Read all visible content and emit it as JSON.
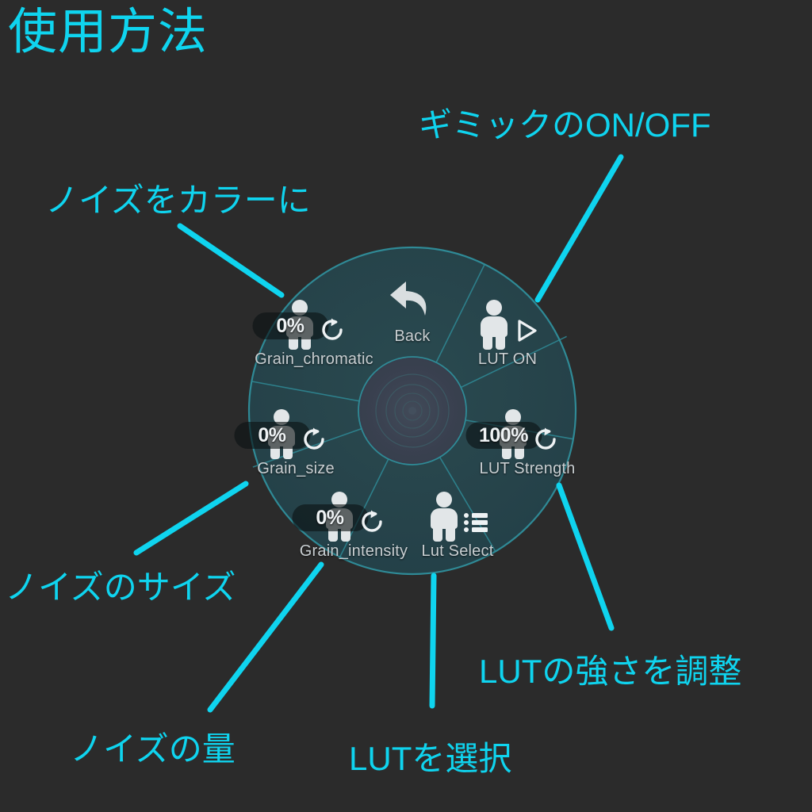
{
  "page": {
    "title": "使用方法",
    "background_color": "#2b2b2b",
    "accent_color": "#0fd4ef"
  },
  "annotations": [
    {
      "id": "noise-color",
      "text": "ノイズをカラーに",
      "target": "Grain_chromatic"
    },
    {
      "id": "gimmick-onoff",
      "text": "ギミックのON/OFF",
      "target": "LUT ON"
    },
    {
      "id": "noise-size",
      "text": "ノイズのサイズ",
      "target": "Grain_size"
    },
    {
      "id": "noise-amount",
      "text": "ノイズの量",
      "target": "Grain_intensity"
    },
    {
      "id": "lut-select",
      "text": "LUTを選択",
      "target": "Lut Select"
    },
    {
      "id": "lut-strength",
      "text": "LUTの強さを調整",
      "target": "LUT Strength"
    }
  ],
  "radial_menu": {
    "segment_fill": "#27444a",
    "segment_stroke": "#2f8a96",
    "hub_fill": "#3a4150",
    "items": [
      {
        "id": "back",
        "label": "Back",
        "icon": "back-arrow-icon",
        "value": null,
        "has_person": false,
        "badge": "none"
      },
      {
        "id": "lut-on",
        "label": "LUT ON",
        "icon": "person-play-icon",
        "value": null,
        "has_person": true,
        "badge": "play"
      },
      {
        "id": "lut-strength",
        "label": "LUT Strength",
        "icon": "person-refresh-icon",
        "value": "100%",
        "has_person": true,
        "badge": "refresh"
      },
      {
        "id": "lut-select",
        "label": "Lut Select",
        "icon": "person-list-icon",
        "value": null,
        "has_person": true,
        "badge": "list"
      },
      {
        "id": "grain-intensity",
        "label": "Grain_intensity",
        "icon": "person-refresh-icon",
        "value": "0%",
        "has_person": true,
        "badge": "refresh"
      },
      {
        "id": "grain-size",
        "label": "Grain_size",
        "icon": "person-refresh-icon",
        "value": "0%",
        "has_person": true,
        "badge": "refresh"
      },
      {
        "id": "grain-chromatic",
        "label": "Grain_chromatic",
        "icon": "person-refresh-icon",
        "value": "0%",
        "has_person": true,
        "badge": "refresh"
      }
    ]
  }
}
